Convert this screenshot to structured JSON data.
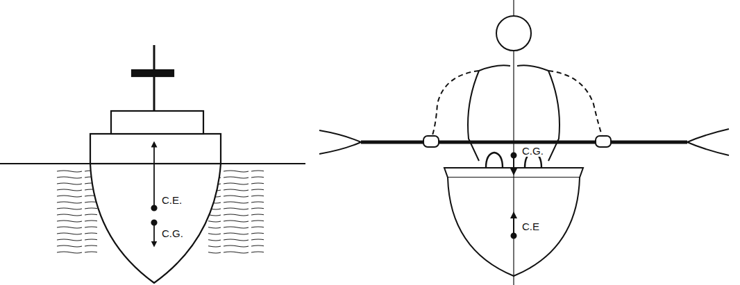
{
  "diagram": {
    "labels": [
      "C.E.",
      "C.G.",
      "C.G.",
      "C.E"
    ]
  }
}
